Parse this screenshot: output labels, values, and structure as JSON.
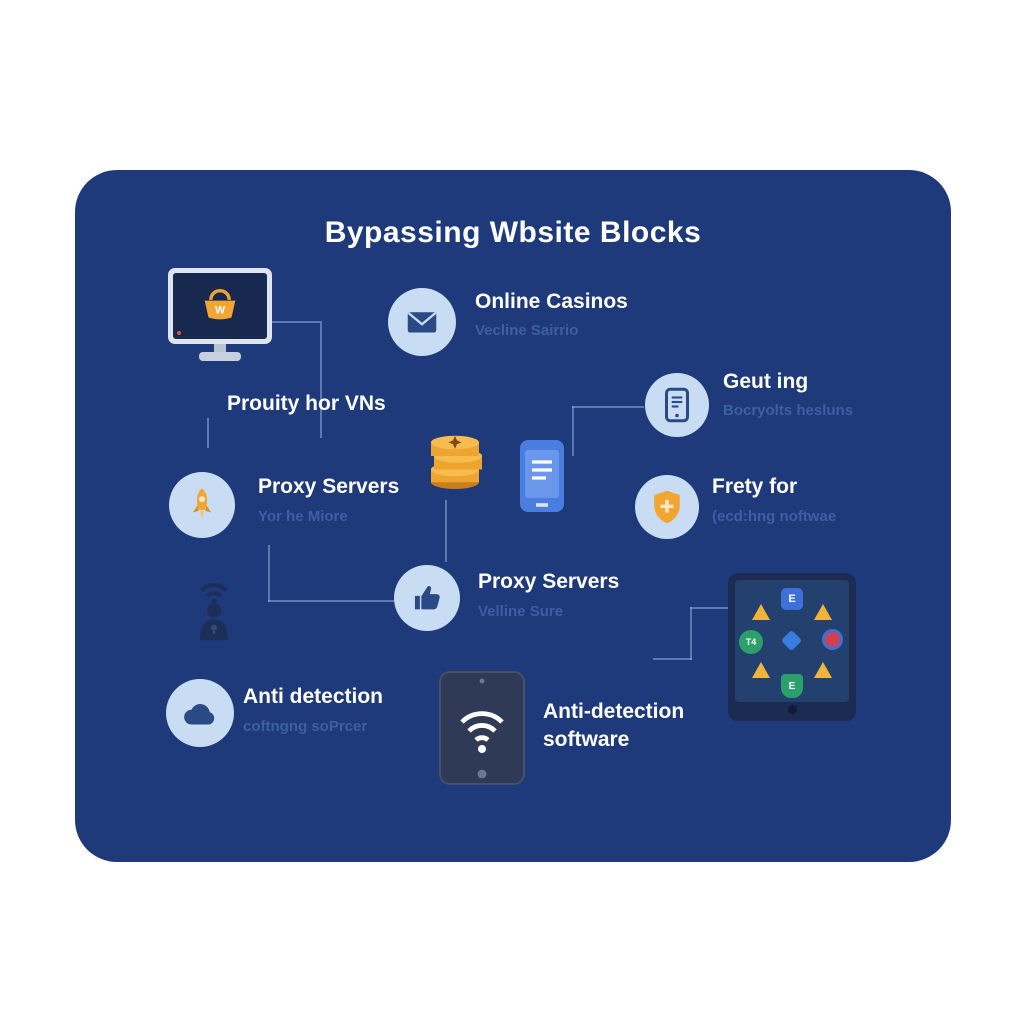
{
  "title": "Bypassing Wbsite Blocks",
  "monitor": {
    "letter": "W"
  },
  "nodes": {
    "online_casinos": {
      "label": "Online Casinos",
      "sub": "Vecline Sairrio"
    },
    "prouity": {
      "label": "Prouity hor VNs"
    },
    "geut_ing": {
      "label": "Geut ing",
      "sub": "Bocryolts hesluns"
    },
    "proxy_servers_left": {
      "label": "Proxy Servers",
      "sub": "Yor he Miore"
    },
    "frety_for": {
      "label": "Frety for",
      "sub": "(ecd:hng noftwae"
    },
    "proxy_servers_mid": {
      "label": "Proxy Servers",
      "sub": "Velline Sure"
    },
    "anti_detection": {
      "label": "Anti detection",
      "sub": "coftngng soPrcer"
    },
    "anti_detection_software": {
      "line1": "Anti-detection",
      "line2": "software"
    }
  },
  "right_monitor": {
    "blue_square_label": "E",
    "green_circle_label": "T4",
    "green_shield_label": "E"
  },
  "colors": {
    "card_bg": "#1e3a7a",
    "icon_circle_bg": "#c8dcf3",
    "icon_dark": "#2b4a85",
    "orange": "#f2a531",
    "coin_gold": "#eda52f",
    "faint_text": "#3e5fa0",
    "connector": "#8fb4e0",
    "title_text": "#ffffff"
  }
}
